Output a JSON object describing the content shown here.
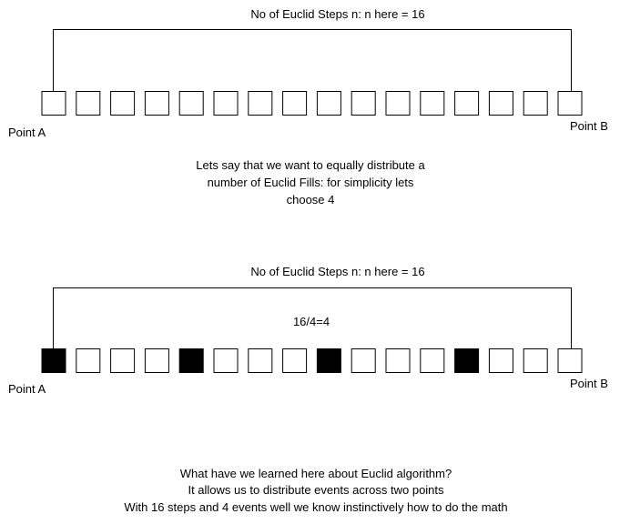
{
  "top": {
    "title": "No of Euclid Steps n: n here = 16",
    "point_a": "Point A",
    "point_b": "Point B",
    "steps": 16,
    "filled_steps": [],
    "description": [
      "Lets say that we want to equally distribute a",
      "number of Euclid Fills: for simplicity lets",
      "choose 4"
    ]
  },
  "bottom": {
    "title": "No of Euclid Steps n: n here = 16",
    "division": "16/4=4",
    "point_a": "Point A",
    "point_b": "Point B",
    "steps": 16,
    "filled_steps": [
      1,
      5,
      9,
      13
    ]
  },
  "summary": [
    "What have we learned here about Euclid algorithm?",
    "It allows us to distribute events across two points",
    "With 16 steps and 4 events well we know instinctively how to do the math"
  ],
  "colors": {
    "filled": "#000000",
    "empty": "#ffffff",
    "stroke": "#000000"
  }
}
